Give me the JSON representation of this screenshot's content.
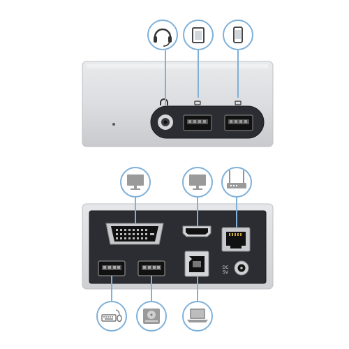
{
  "front_panel": {
    "callout_icons": [
      "headset-icon",
      "tablet-icon",
      "smartphone-icon"
    ],
    "ports": [
      "audio-jack",
      "usb-a-port",
      "usb-a-port"
    ]
  },
  "rear_panel": {
    "callout_icons_top": [
      "monitor-icon",
      "monitor-icon",
      "router-icon"
    ],
    "callout_icons_bottom": [
      "keyboard-icon",
      "hard-drive-icon",
      "laptop-icon"
    ],
    "ports": [
      "dvi-port",
      "hdmi-port",
      "ethernet-port",
      "usb-a-port",
      "usb-a-port",
      "usb-b-port",
      "dc-power-port"
    ],
    "dc_label": "DC\n5V"
  },
  "colors": {
    "aluminum": "#dcdde0",
    "panel": "#2b2d33",
    "callout_ring": "#7fb0d8",
    "icon_gray": "#8c8c8c"
  }
}
